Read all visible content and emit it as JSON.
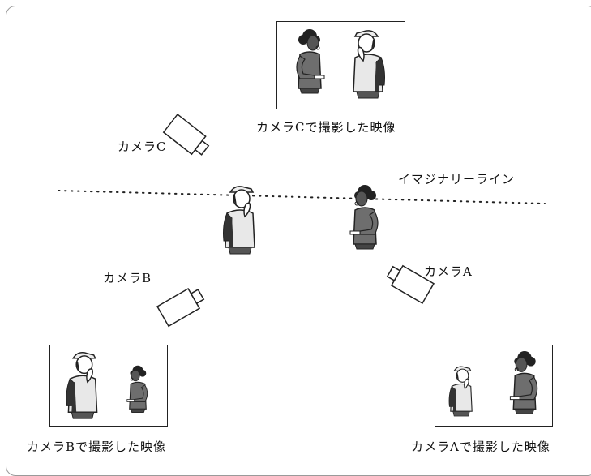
{
  "labels": {
    "camera_c": "カメラC",
    "camera_b": "カメラB",
    "camera_a": "カメラA",
    "imaginary_line": "イマジナリーライン",
    "shot_c": "カメラCで撮影した映像",
    "shot_b": "カメラBで撮影した映像",
    "shot_a": "カメラAで撮影した映像"
  },
  "colors": {
    "line": "#222222",
    "figure_fill": "#6e6e6e",
    "figure_dark": "#333333",
    "frame_border": "#9a9a9a"
  },
  "icons": [
    "camera-icon",
    "person-cap-icon",
    "person-curly-icon"
  ]
}
